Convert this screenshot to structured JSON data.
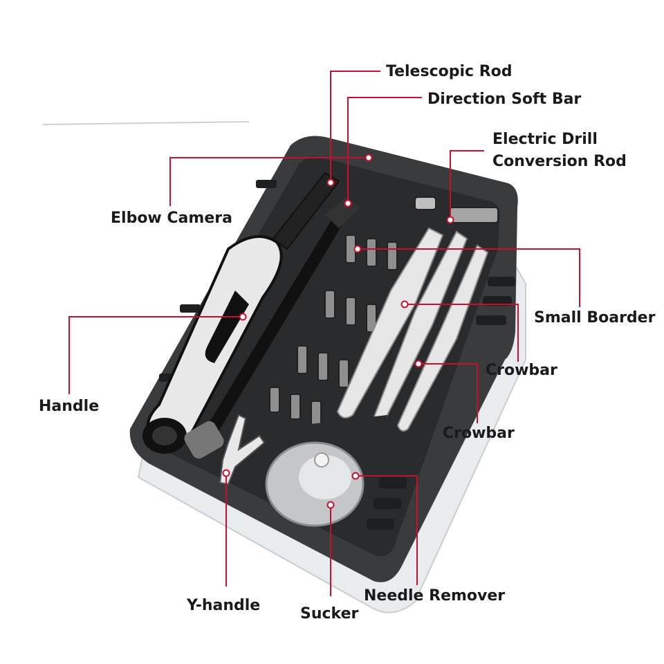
{
  "colors": {
    "leader_line": "#c8102e",
    "box_body": "#3a3b3d",
    "box_dark": "#232426",
    "tool_light": "#e6e6e6",
    "label_text": "#1a1a1a"
  },
  "labels": {
    "telescopic_rod": "Telescopic Rod",
    "direction_soft_bar": "Direction Soft Bar",
    "electric_drill_line1": "Electric Drill",
    "electric_drill_line2": "Conversion Rod",
    "elbow_camera": "Elbow Camera",
    "small_boarder": "Small Boarder",
    "handle": "Handle",
    "crowbar_1": "Crowbar",
    "crowbar_2": "Crowbar",
    "y_handle": "Y-handle",
    "sucker": "Sucker",
    "needle_remover": "Needle Remover"
  }
}
